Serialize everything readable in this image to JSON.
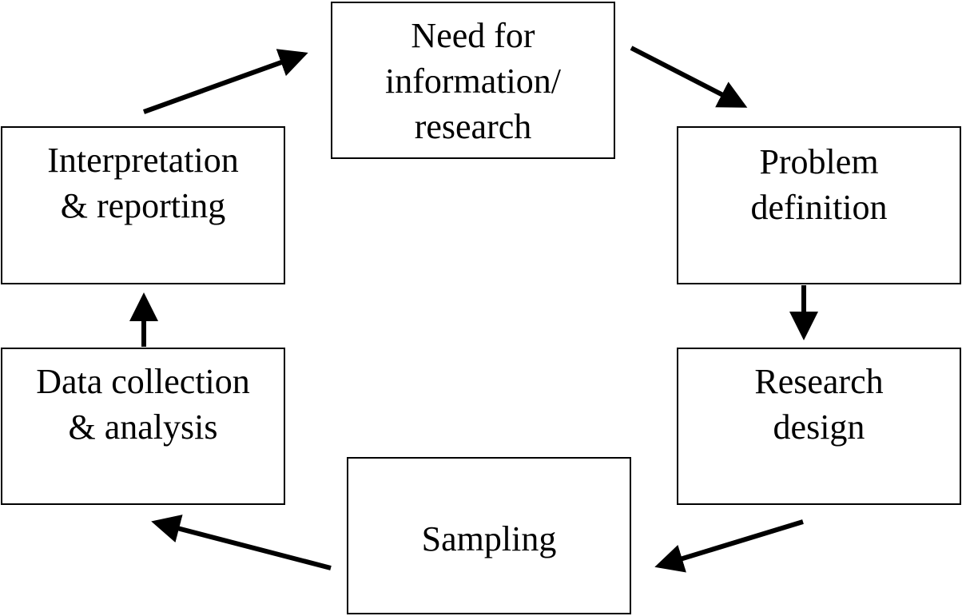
{
  "diagram": {
    "steps": [
      {
        "id": "need",
        "lines": [
          "Need for",
          "information/",
          "research"
        ]
      },
      {
        "id": "problem",
        "lines": [
          "Problem",
          "definition"
        ]
      },
      {
        "id": "design",
        "lines": [
          "Research",
          "design"
        ]
      },
      {
        "id": "sampling",
        "lines": [
          "Sampling"
        ]
      },
      {
        "id": "data",
        "lines": [
          "Data collection",
          "& analysis"
        ]
      },
      {
        "id": "interp",
        "lines": [
          "Interpretation",
          "& reporting"
        ]
      }
    ],
    "flow": [
      {
        "from": "need",
        "to": "problem"
      },
      {
        "from": "problem",
        "to": "design"
      },
      {
        "from": "design",
        "to": "sampling"
      },
      {
        "from": "sampling",
        "to": "data"
      },
      {
        "from": "data",
        "to": "interp"
      },
      {
        "from": "interp",
        "to": "need"
      }
    ],
    "colors": {
      "stroke": "#000000",
      "background": "#ffffff"
    }
  }
}
